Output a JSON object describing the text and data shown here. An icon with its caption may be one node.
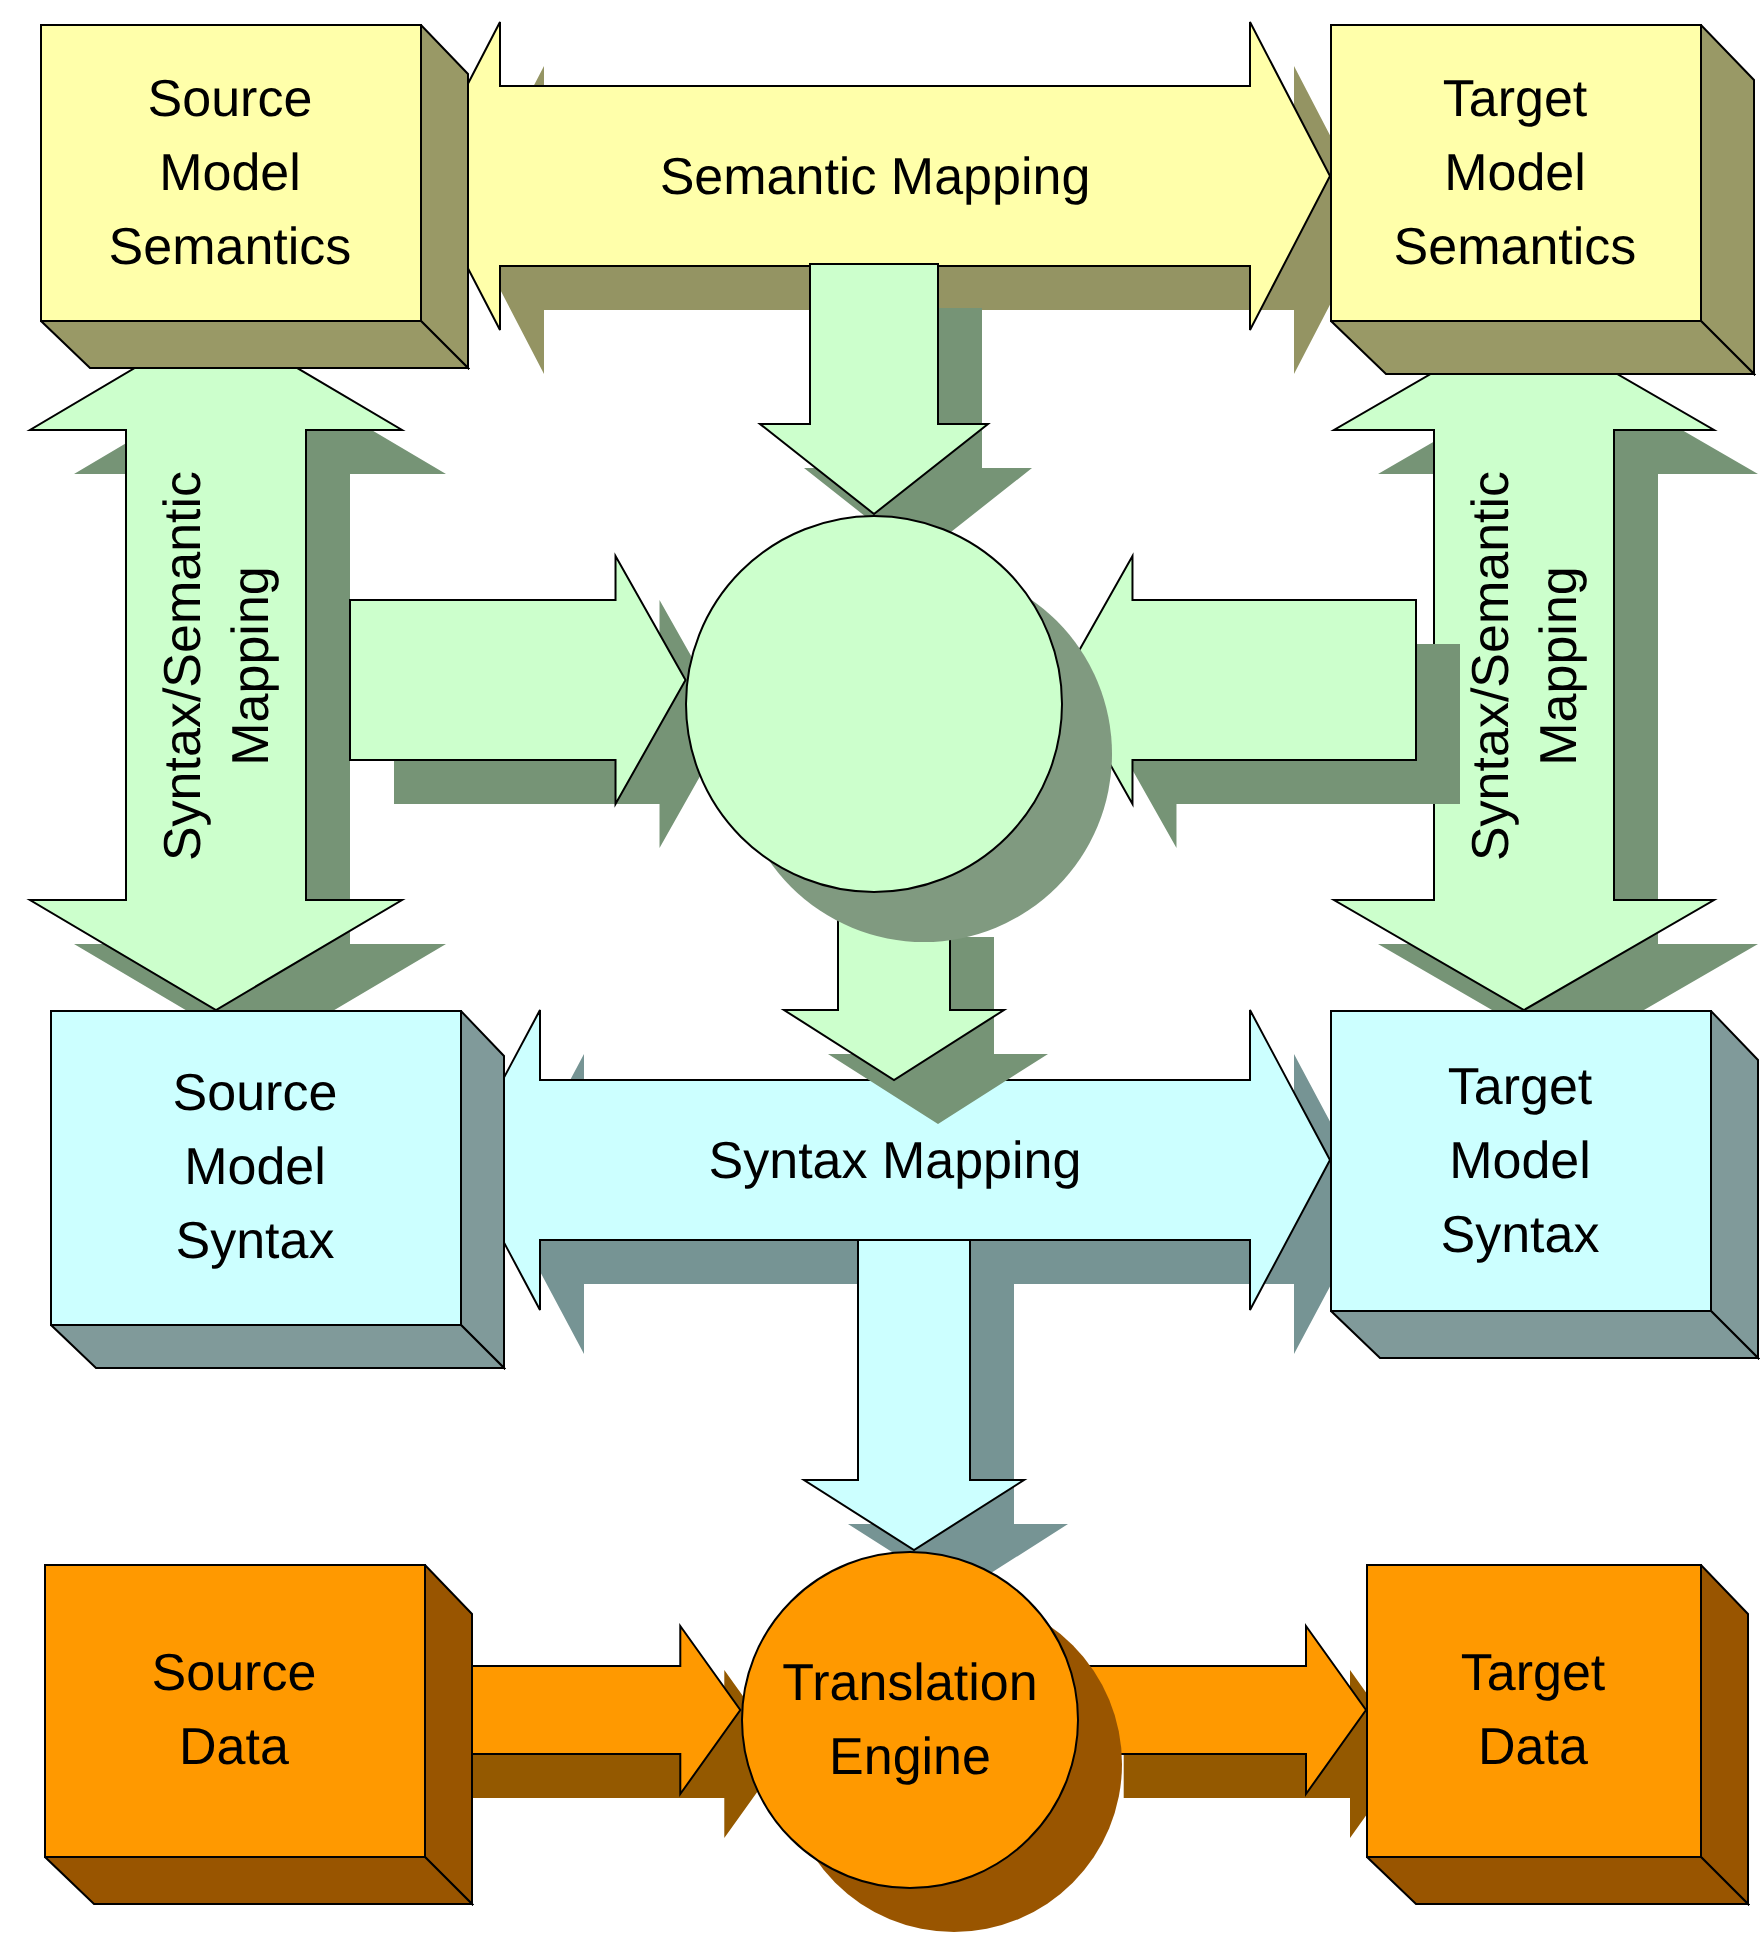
{
  "diagram": {
    "nodes": [
      {
        "text": [
          "Source Model Semantics"
        ]
      },
      {
        "text": [
          "Target Model Semantics"
        ]
      },
      {
        "text": [],
        "shape": "circle"
      },
      {
        "text": [
          "Source Model Syntax"
        ]
      },
      {
        "text": [
          "Target Model Syntax"
        ]
      },
      {
        "text": [
          "Source Data"
        ]
      },
      {
        "text": [
          "Translation Engine"
        ]
      },
      {
        "text": [
          "Target Data"
        ]
      }
    ],
    "edges": [
      {
        "from": 0,
        "to": 1,
        "arrow": "both",
        "label": "Semantic Mapping",
        "color": "#ffffaa"
      },
      {
        "from": 0,
        "to": 3,
        "arrow": "both",
        "label": "Syntax/Semantic Mapping"
      },
      {
        "from": 1,
        "to": 4,
        "arrow": "both",
        "label": "Syntax/Semantic Mapping"
      },
      {
        "from": 3,
        "to": 4,
        "arrow": "both",
        "label": "Syntax Mapping",
        "color": "#ccffff"
      },
      {
        "from": null,
        "to": 2,
        "arrow": "to"
      },
      {
        "from": null,
        "to": 2,
        "arrow": "to"
      },
      {
        "from": null,
        "to": 2,
        "arrow": "to"
      },
      {
        "from": 2,
        "to": null,
        "arrow": "to"
      },
      {
        "from": null,
        "to": 6,
        "arrow": "to",
        "color": "#ccffff"
      },
      {
        "from": 5,
        "to": 6,
        "arrow": "to",
        "color": "#ff9900"
      },
      {
        "from": 6,
        "to": 7,
        "arrow": "to",
        "color": "#ff9900"
      }
    ]
  }
}
